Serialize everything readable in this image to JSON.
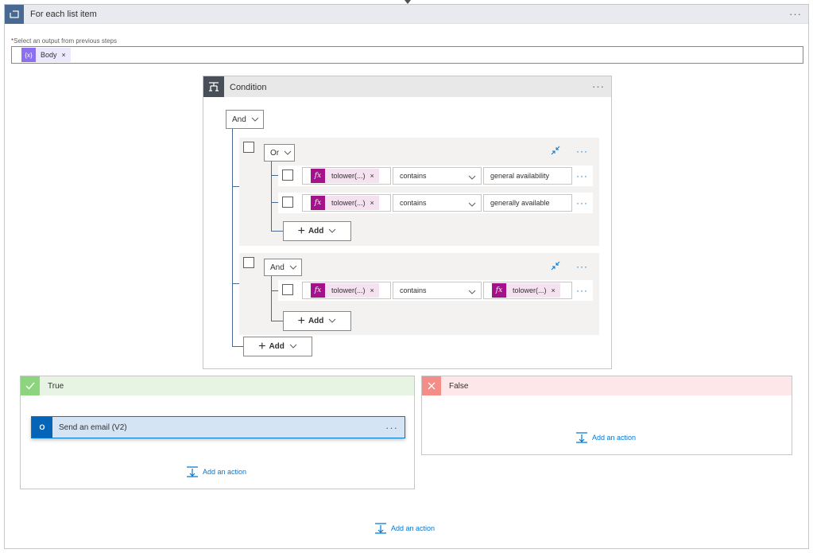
{
  "foreach": {
    "title": "For each list item",
    "input_label_required": "*",
    "input_label": "Select an output from previous steps",
    "token_label": "Body",
    "token_icon_text": "{x}",
    "remove_symbol": "×",
    "menu_glyph": "···"
  },
  "condition": {
    "title": "Condition",
    "root_operator": "And",
    "groups": [
      {
        "operator": "Or",
        "rows": [
          {
            "left": "tolower(...)",
            "op": "contains",
            "right": "general availability",
            "right_is_token": false
          },
          {
            "left": "tolower(...)",
            "op": "contains",
            "right": "generally available",
            "right_is_token": false
          }
        ],
        "add_label": "Add"
      },
      {
        "operator": "And",
        "rows": [
          {
            "left": "tolower(...)",
            "op": "contains",
            "right": "tolower(...)",
            "right_is_token": true
          }
        ],
        "add_label": "Add"
      }
    ],
    "add_label": "Add",
    "fx_glyph": "fx"
  },
  "branches": {
    "true": {
      "title": "True",
      "action_title": "Send an email (V2)",
      "add_action": "Add an action"
    },
    "false": {
      "title": "False",
      "add_action": "Add an action"
    }
  },
  "bottom_add_action": "Add an action",
  "colors": {
    "accent": "#0078d4",
    "foreach_icon": "#486991",
    "condition_icon": "#484f58",
    "fx_token": "#a5118b",
    "true_header": "#e7f4e4",
    "false_header": "#fde7e9",
    "outlook": "#0364b8"
  },
  "icons": {
    "foreach": "loop-icon",
    "condition": "condition-icon",
    "true": "check-icon",
    "false": "close-icon",
    "email": "outlook-icon",
    "add_action": "add-action-icon",
    "collapse": "collapse-icon"
  }
}
